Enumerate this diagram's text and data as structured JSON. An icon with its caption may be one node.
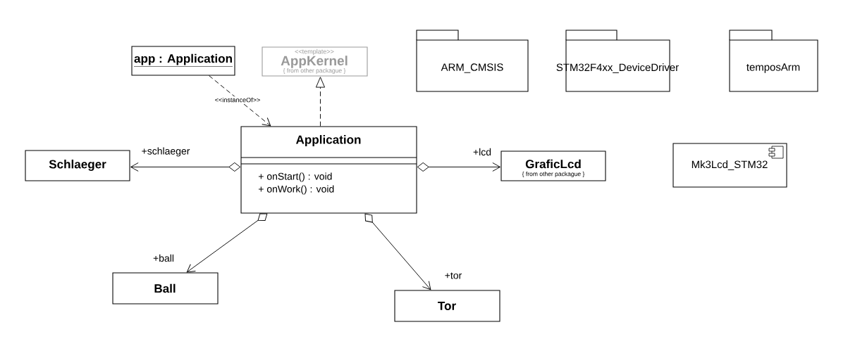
{
  "diagram": {
    "nodes": [
      {
        "text": [
          "app : Application"
        ]
      },
      {
        "text": [
          "<<template>>",
          "AppKernel",
          "{ from other packague }"
        ]
      },
      {
        "text": [
          "ARM_CMSIS"
        ]
      },
      {
        "text": [
          "STM32F4xx_DeviceDriver"
        ]
      },
      {
        "text": [
          "temposArm"
        ]
      },
      {
        "text": [
          "Application",
          "+ onStart() : void",
          "+ onWork() : void"
        ]
      },
      {
        "text": [
          "Schlaeger"
        ]
      },
      {
        "text": [
          "GraficLcd",
          "{ from other packague }"
        ]
      },
      {
        "text": [
          "Mk3Lcd_STM32"
        ]
      },
      {
        "text": [
          "Ball"
        ]
      },
      {
        "text": [
          "Tor"
        ]
      }
    ],
    "edges": [
      {
        "from": 0,
        "to": 5,
        "arrow": "to",
        "label": "<<instanceOf>>",
        "style": "dashed"
      },
      {
        "from": 5,
        "to": 1,
        "arrow": "to",
        "style": "dashed"
      },
      {
        "from": 5,
        "to": 6,
        "arrow": "to",
        "label": "+schlaeger"
      },
      {
        "from": 5,
        "to": 7,
        "arrow": "to",
        "label": "+lcd"
      },
      {
        "from": 5,
        "to": 9,
        "arrow": "to",
        "label": "+ball"
      },
      {
        "from": 5,
        "to": 10,
        "arrow": "to",
        "label": "+tor"
      }
    ]
  }
}
